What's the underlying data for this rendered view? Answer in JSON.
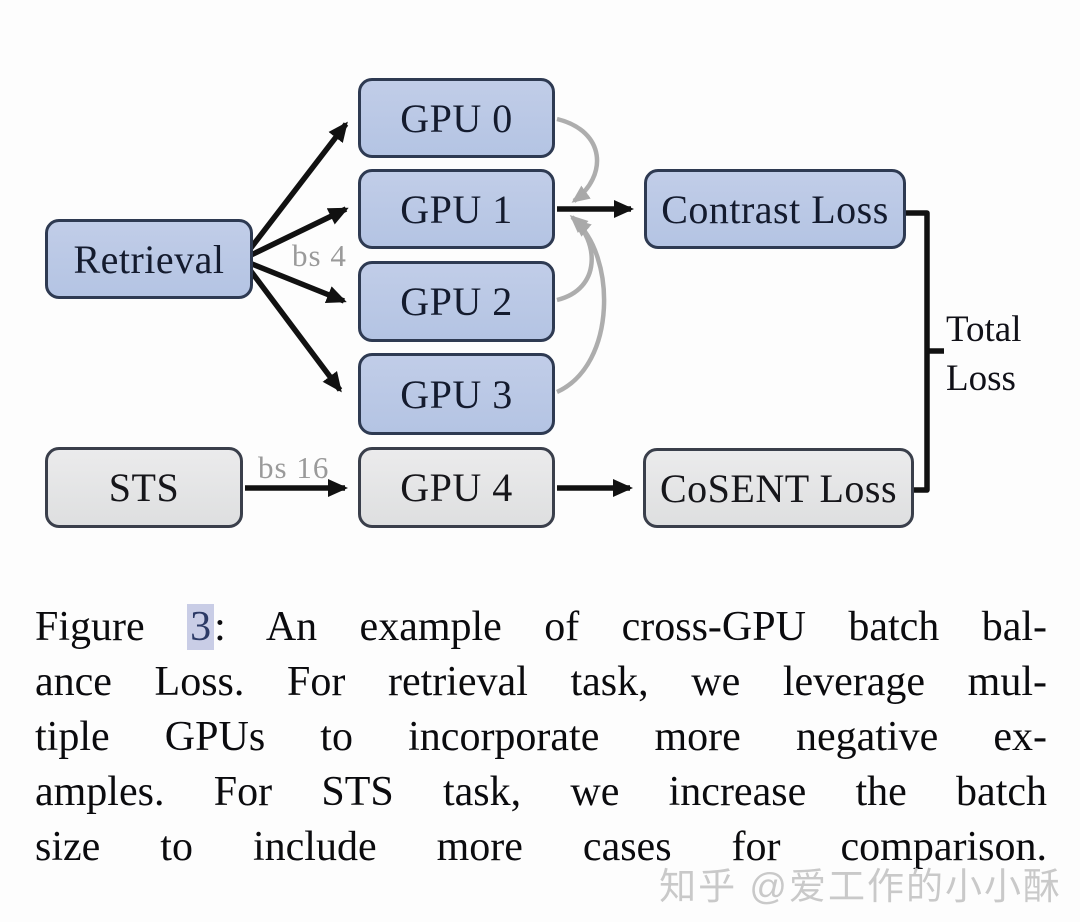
{
  "figure": {
    "nodes": {
      "retrieval": {
        "label": "Retrieval",
        "color": "blue"
      },
      "gpu0": {
        "label": "GPU 0",
        "color": "blue"
      },
      "gpu1": {
        "label": "GPU 1",
        "color": "blue"
      },
      "gpu2": {
        "label": "GPU 2",
        "color": "blue"
      },
      "gpu3": {
        "label": "GPU 3",
        "color": "blue"
      },
      "contrast_loss": {
        "label": "Contrast Loss",
        "color": "blue"
      },
      "sts": {
        "label": "STS",
        "color": "gray"
      },
      "gpu4": {
        "label": "GPU 4",
        "color": "gray"
      },
      "cosent_loss": {
        "label": "CoSENT Loss",
        "color": "gray"
      }
    },
    "edge_labels": {
      "bs4": "bs 4",
      "bs16": "bs 16"
    },
    "total_loss": {
      "line1": "Total",
      "line2": "Loss"
    },
    "edges": [
      {
        "from": "Retrieval",
        "to": "GPU 0",
        "style": "black-arrow",
        "label": "bs 4"
      },
      {
        "from": "Retrieval",
        "to": "GPU 1",
        "style": "black-arrow",
        "label": "bs 4"
      },
      {
        "from": "Retrieval",
        "to": "GPU 2",
        "style": "black-arrow",
        "label": "bs 4"
      },
      {
        "from": "Retrieval",
        "to": "GPU 3",
        "style": "black-arrow",
        "label": "bs 4"
      },
      {
        "from": "GPU 0",
        "to": "GPU 1",
        "style": "gray-arc"
      },
      {
        "from": "GPU 2",
        "to": "GPU 1",
        "style": "gray-arc"
      },
      {
        "from": "GPU 3",
        "to": "GPU 1",
        "style": "gray-arc"
      },
      {
        "from": "GPU 1",
        "to": "Contrast Loss",
        "style": "black-arrow"
      },
      {
        "from": "STS",
        "to": "GPU 4",
        "style": "black-arrow",
        "label": "bs 16"
      },
      {
        "from": "GPU 4",
        "to": "CoSENT Loss",
        "style": "black-arrow"
      },
      {
        "from": "Contrast Loss + CoSENT Loss",
        "to": "Total Loss",
        "style": "bracket"
      }
    ],
    "colors": {
      "node_blue_fill": "#b9c7e5",
      "node_blue_border": "#2e3a52",
      "node_gray_fill": "#e4e4e6",
      "node_gray_border": "#3a3f4b",
      "arrow_black": "#111111",
      "arc_gray": "#adadad",
      "edge_label_gray": "#9a9a9a",
      "figure_number_highlight": "#c9cde6"
    }
  },
  "caption": {
    "line1_prefix": "Figure ",
    "line1_number": "3",
    "line1_rest": ": An example of cross-GPU batch bal-",
    "line2": "ance Loss. For retrieval task, we leverage mul-",
    "line3": "tiple GPUs to incorporate more negative ex-",
    "line4": "amples. For STS task, we increase the batch",
    "line5": "size to include more cases for comparison."
  },
  "watermark": {
    "text": "知乎 @爱工作的小小酥"
  }
}
